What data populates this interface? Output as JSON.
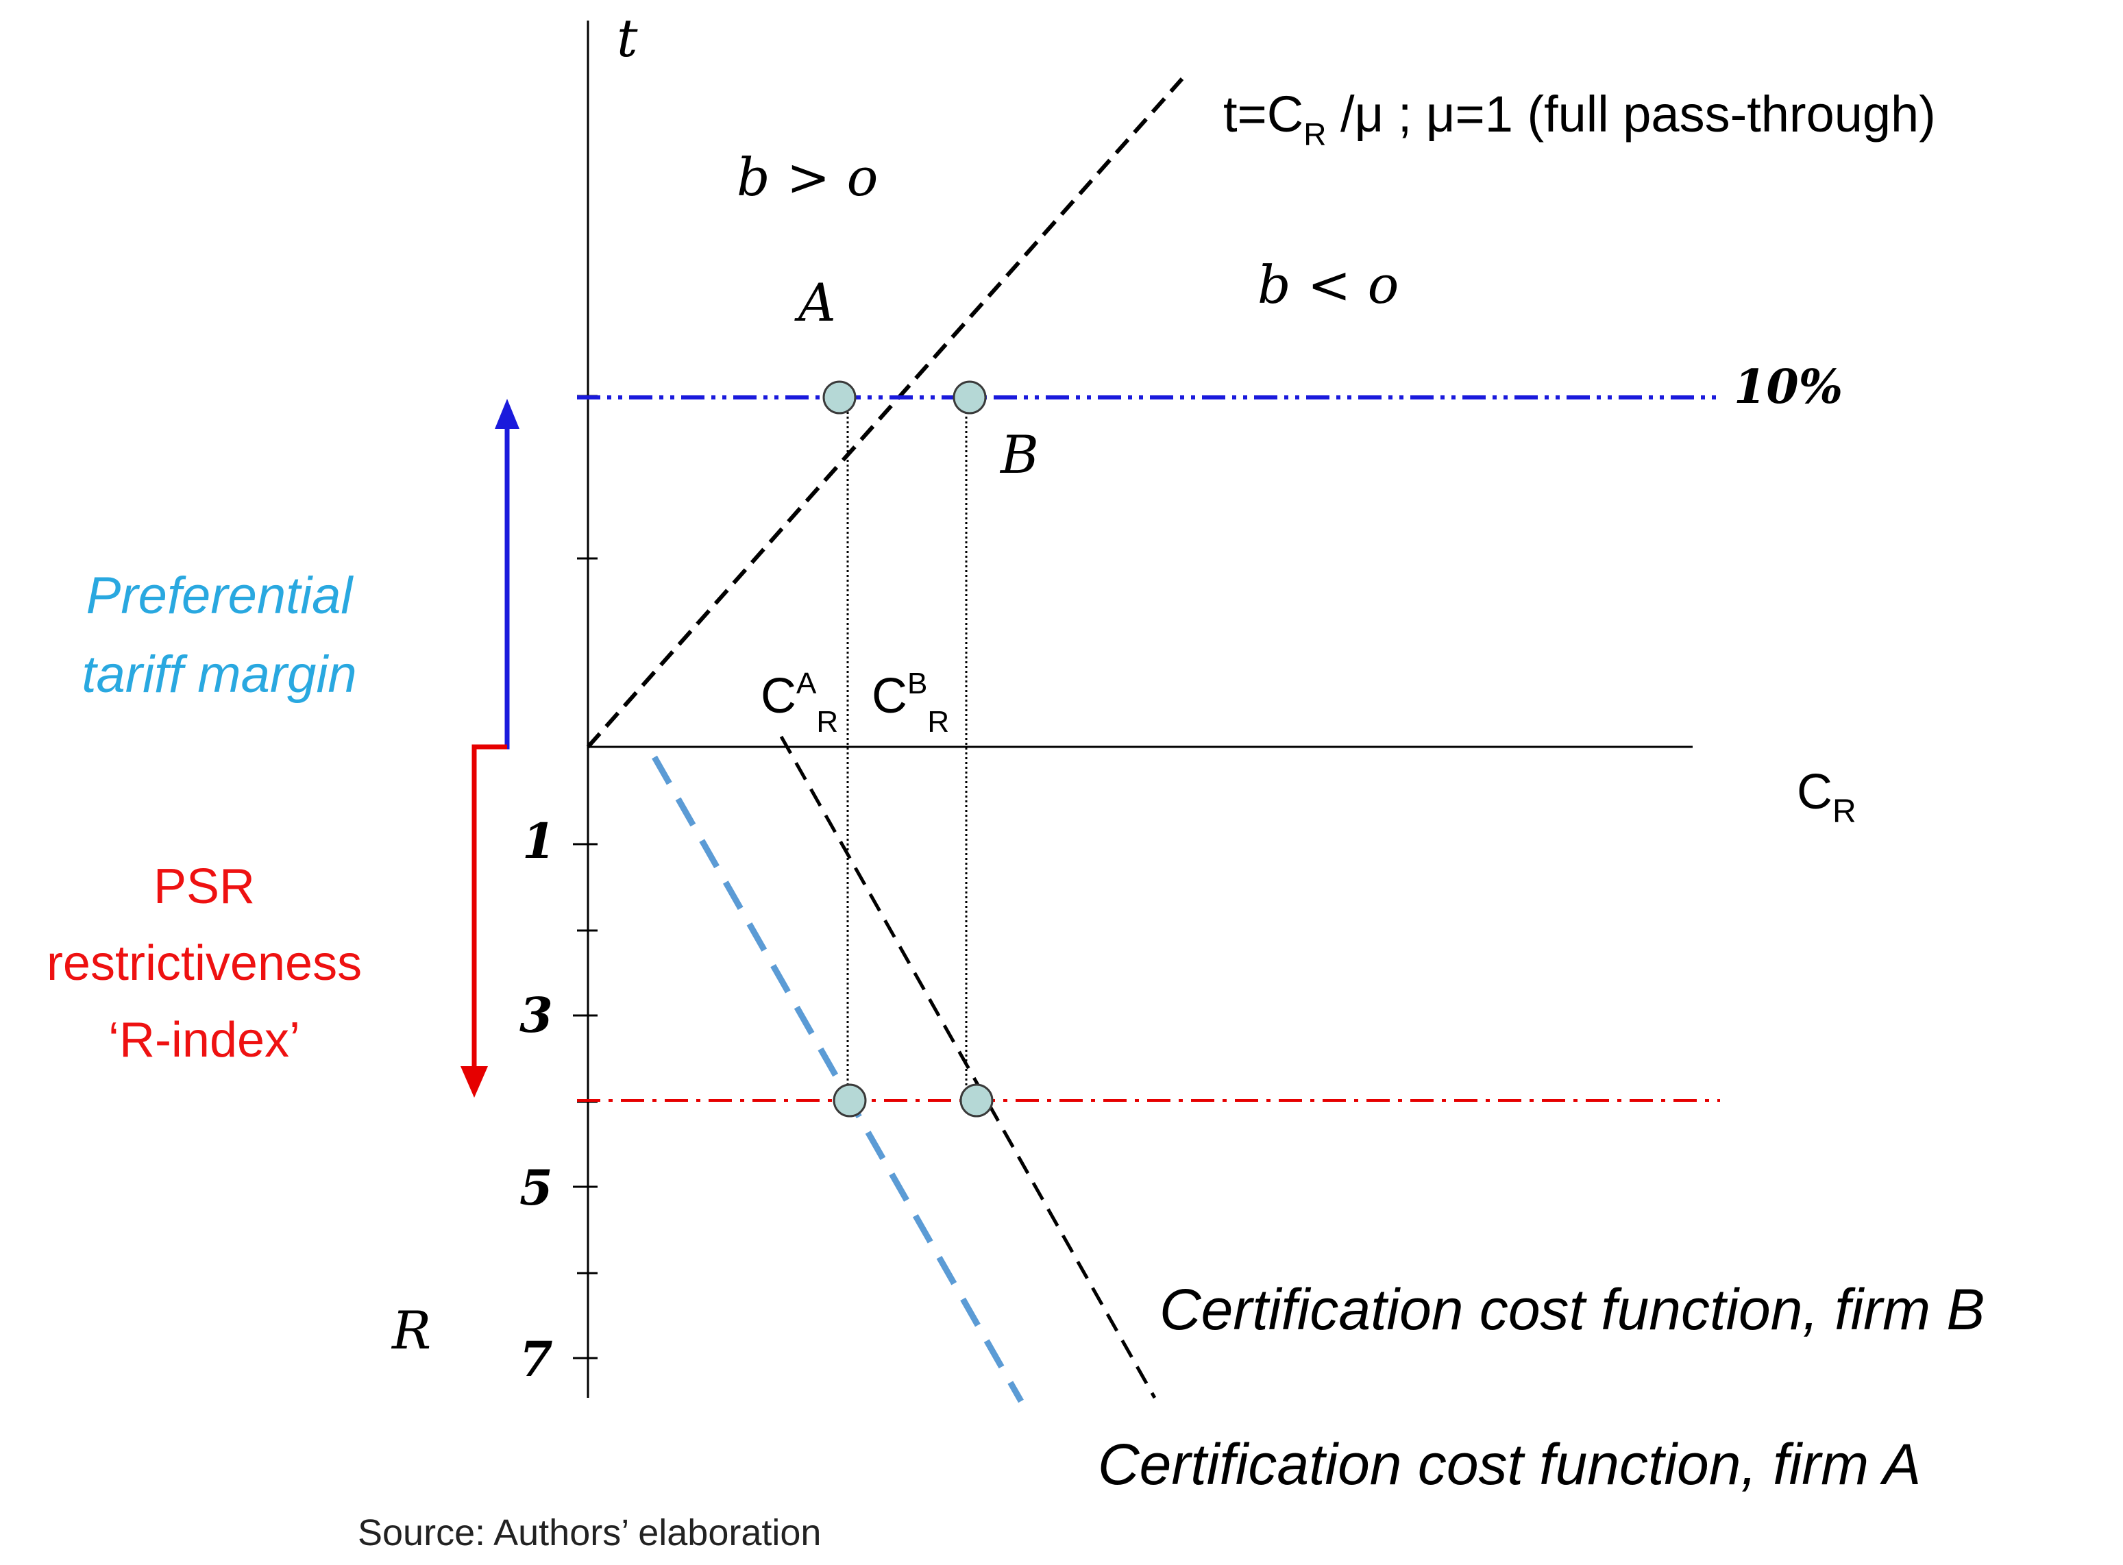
{
  "axes": {
    "y_label": "t",
    "x_label_main": "C",
    "x_label_sub": "R",
    "r_label": "R"
  },
  "r_ticks": [
    "1",
    "3",
    "5",
    "7"
  ],
  "regions": {
    "upper": "b > o",
    "lower": "b < o"
  },
  "line_label": {
    "prefix": "t=C",
    "sub": "R",
    "suffix": " /μ  ; μ=1 (full pass-through)"
  },
  "tariff_label": "10%",
  "points": {
    "a": "A",
    "b": "B"
  },
  "cost_labels": {
    "ca_main": "C",
    "ca_sup": "A",
    "ca_sub": "R",
    "cb_main": "C",
    "cb_sup": "B",
    "cb_sub": "R"
  },
  "side_labels": {
    "margin_line1": "Preferential",
    "margin_line2": "tariff margin",
    "psr_line1": "PSR",
    "psr_line2": "restrictiveness",
    "psr_line3": "‘R-index’"
  },
  "functions": {
    "firm_b": "Certification cost function, firm B",
    "firm_a": "Certification cost function, firm  A"
  },
  "source": "Source: Authors’ elaboration",
  "colors": {
    "tariff_line": "#1a1adc",
    "psr_line": "#e60000",
    "margin_text": "#29a8e0",
    "psr_text": "#ee1111",
    "firm_a_curve": "#5b9bd5",
    "point_fill": "#b5d8d6"
  }
}
